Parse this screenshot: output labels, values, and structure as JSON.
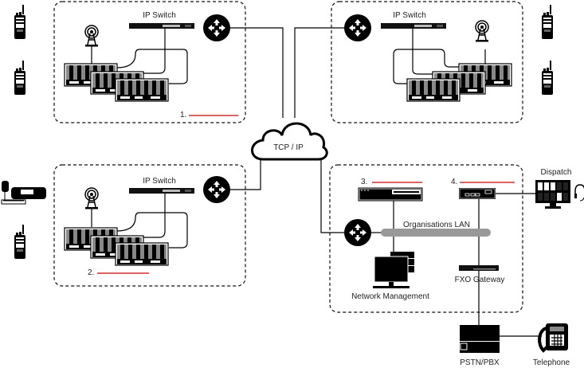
{
  "diagram": {
    "title": "",
    "colors": {
      "line": "#000000",
      "lan": "#999999",
      "placeholder": "#d32f2f",
      "border": "#111111"
    },
    "sites": [
      {
        "id": "site-1",
        "switch_label": "IP Switch",
        "number_label": "1."
      },
      {
        "id": "site-top-right",
        "switch_label": "IP Switch",
        "number_label": ""
      },
      {
        "id": "site-2",
        "switch_label": "IP Switch",
        "number_label": "2."
      }
    ],
    "cloud_label": "TCP / IP",
    "office": {
      "server_3_label": "3.",
      "server_4_label": "4.",
      "lan_label": "Organisations LAN",
      "network_mgmt_label": "Network Management",
      "fxo_label": "FXO Gateway"
    },
    "dispatch_label": "Dispatch",
    "pstn_label": "PSTN/PBX",
    "telephone_label": "Telephone"
  }
}
